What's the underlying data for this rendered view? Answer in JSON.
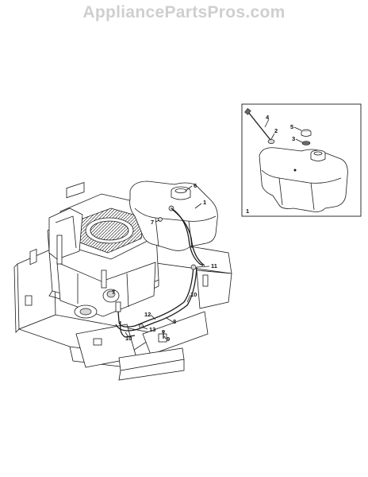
{
  "watermark": "AppliancePartsPros.com",
  "inset": {
    "label": "1",
    "callouts": [
      "4",
      "2",
      "5",
      "3"
    ]
  },
  "callouts": [
    "6",
    "1",
    "7",
    "11",
    "7",
    "10",
    "12",
    "8",
    "13",
    "10",
    "9"
  ]
}
